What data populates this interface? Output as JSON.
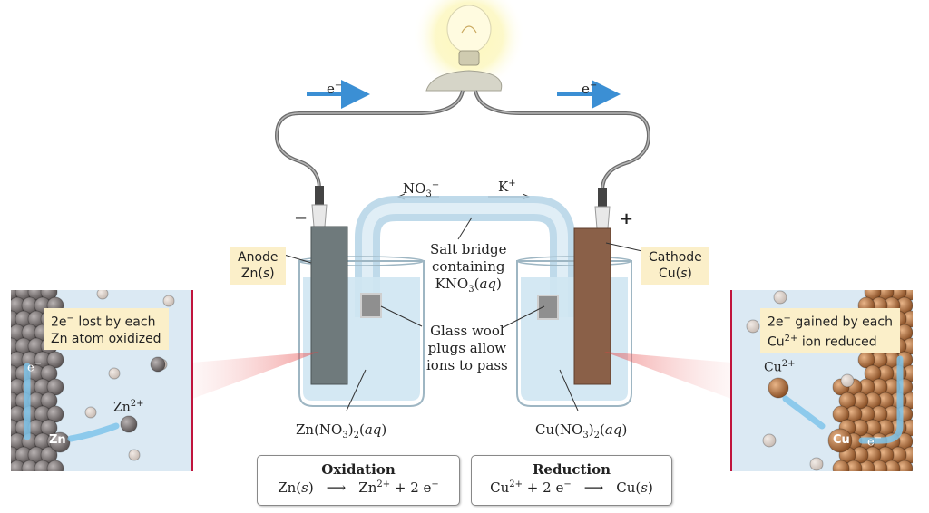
{
  "electron_label": "e",
  "electron_label_sup": "−",
  "nitrate_label": "NO",
  "nitrate_sub": "3",
  "nitrate_sup": "−",
  "potassium_label": "K",
  "potassium_sup": "+",
  "anode": {
    "sign": "−",
    "line1": "Anode",
    "line2_a": "Zn(",
    "line2_italic": "s",
    "line2_b": ")"
  },
  "cathode": {
    "sign": "+",
    "line1": "Cathode",
    "line2_a": "Cu(",
    "line2_italic": "s",
    "line2_b": ")"
  },
  "salt_bridge": {
    "line1": "Salt bridge",
    "line2": "containing",
    "line3_a": "KNO",
    "line3_sub": "3",
    "line3_b": "(",
    "line3_italic": "aq",
    "line3_c": ")"
  },
  "glass_wool": {
    "line1": "Glass wool",
    "line2": "plugs allow",
    "line3": "ions to pass"
  },
  "left_solution": {
    "a": "Zn(NO",
    "sub1": "3",
    "b": ")",
    "sub2": "2",
    "c": "(",
    "italic": "aq",
    "d": ")"
  },
  "right_solution": {
    "a": "Cu(NO",
    "sub1": "3",
    "b": ")",
    "sub2": "2",
    "c": "(",
    "italic": "aq",
    "d": ")"
  },
  "oxidation": {
    "title": "Oxidation",
    "lhs_a": "Zn(",
    "lhs_italic": "s",
    "lhs_b": ")",
    "rhs_a": "Zn",
    "rhs_sup": "2+",
    "rhs_b": " + 2 e",
    "rhs_sup2": "−"
  },
  "reduction": {
    "title": "Reduction",
    "lhs_a": "Cu",
    "lhs_sup": "2+",
    "lhs_b": " + 2 e",
    "lhs_sup2": "−",
    "rhs_a": "Cu(",
    "rhs_italic": "s",
    "rhs_b": ")"
  },
  "left_inset": {
    "line1_a": "2e",
    "line1_sup": "−",
    "line1_b": " lost by each",
    "line2": "Zn atom oxidized",
    "atom": "Zn",
    "ion_a": "Zn",
    "ion_sup": "2+",
    "e_label": "e",
    "e_sup": "−"
  },
  "right_inset": {
    "line1_a": "2e",
    "line1_sup": "−",
    "line1_b": " gained by each",
    "line2_a": "Cu",
    "line2_sup": "2+",
    "line2_b": " ion reduced",
    "atom": "Cu",
    "ion_a": "Cu",
    "ion_sup": "2+",
    "e_label": "e",
    "e_sup": "−"
  },
  "colors": {
    "zinc": "#7d7676",
    "copper": "#b87a4b",
    "solution": "#cfe6f2",
    "arrow": "#3b8fd4",
    "label_bg": "#fbefc9",
    "inset_border": "#c0143c"
  }
}
